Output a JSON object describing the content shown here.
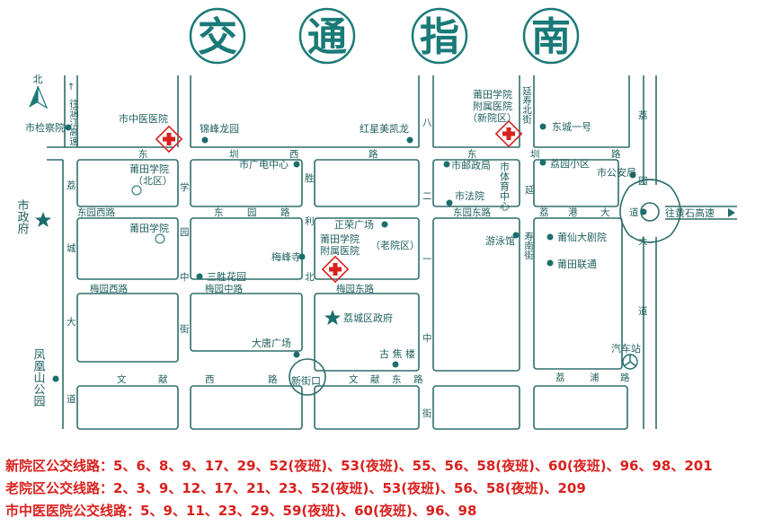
{
  "title": [
    "交",
    "通",
    "指",
    "南"
  ],
  "north": "北",
  "colors": {
    "accent": "#1a7a78",
    "road_edge": "#2e6e6c",
    "bus_text": "#d9211e",
    "hospital": "#d9211e"
  },
  "places": {
    "jianchayuan": "市检察院",
    "zhongyiyuan": "市中医医院",
    "jinfenglong": "锦峰龙园",
    "hongxing": "红星美凯龙",
    "xinyuan_1": "莆田学院",
    "xinyuan_2": "附属医院",
    "xinyuan_3": "（新院区）",
    "dongcheng": "东城一号",
    "gdzx": "市广电中心",
    "ptxy_bei_1": "莆田学院",
    "ptxy_bei_2": "（北区）",
    "youzheng": "市邮政局",
    "tiyu": "市体育中心",
    "liyuan": "荔园小区",
    "gonganju": "市公安局",
    "fayuan": "市法院",
    "zhengfu": "市政府",
    "ptxy": "莆田学院",
    "zhengrong": "正荣广场",
    "laoyuan_1": "莆田学院",
    "laoyuan_2": "附属医院",
    "laoyuan_3": "（老院区）",
    "youyong": "游泳馆",
    "juyuan": "莆仙大剧院",
    "meifeng": "梅峰寺",
    "liantong": "莆田联通",
    "sansheng": "三胜花园",
    "qu_zhengfu": "荔城区政府",
    "datang": "大唐广场",
    "fenghuang": "凤凰山公园",
    "gujiao": "古 焦 楼",
    "xinjiekou": "新街口",
    "qichezhan": "汽车站",
    "huangshi": "往黄石高速"
  },
  "roads": {
    "zhe_gaosu": "往涵江高速",
    "dongzhen_w": "东",
    "dongzhen_m1": "圳",
    "dongzhen_m2": "西",
    "dongzhen_m3": "路",
    "dongzhen_e1": "东",
    "dongzhen_e2": "圳",
    "dongzhen_e3": "路",
    "ba": "八",
    "er": "二",
    "yi": "一",
    "zhong": "中",
    "jie": "街",
    "yan_shou_bei": "延寿北街",
    "xue": "学",
    "yuan": "园",
    "sheng": "胜",
    "li": "利",
    "bei": "北",
    "dongyuan_xi": "东园西路",
    "dongyuan_m1": "东",
    "dongyuan_m2": "园",
    "dongyuan_m3": "路",
    "dongyuan_dong": "东园东路",
    "ligang1": "荔",
    "ligang2": "港",
    "ligang3": "大",
    "ligang4": "道",
    "liyuan_r": "园",
    "lida1": "大",
    "lida2": "道",
    "yansou": "延",
    "shounan": "寿南街",
    "meiyuan_xi": "梅园西路",
    "meiyuan_zhong": "梅园中路",
    "meiyuan_dong": "梅园东路",
    "licheng1": "荔",
    "licheng2": "城",
    "licheng3": "大",
    "licheng4": "道",
    "wenxian1": "文",
    "wenxian2": "献",
    "wenxian_x1": "西",
    "wenxian_x2": "路",
    "wenxian_d1": "文",
    "wenxian_d2": "献",
    "wenxian_d3": "东",
    "wenxian_d4": "路",
    "lipu1": "荔",
    "lipu2": "浦",
    "lipu3": "路"
  },
  "bus_lines": [
    {
      "label": "新院区公交线路：",
      "routes": "5、6、8、9、17、29、52(夜班)、53(夜班)、55、56、58(夜班)、60(夜班)、96、98、201"
    },
    {
      "label": "老院区公交线路：",
      "routes": "2、3、9、12、17、21、23、52(夜班)、53(夜班)、56、58(夜班)、209"
    },
    {
      "label": "市中医医院公交线路：",
      "routes": "5、9、11、23、29、59(夜班)、60(夜班)、96、98"
    }
  ]
}
